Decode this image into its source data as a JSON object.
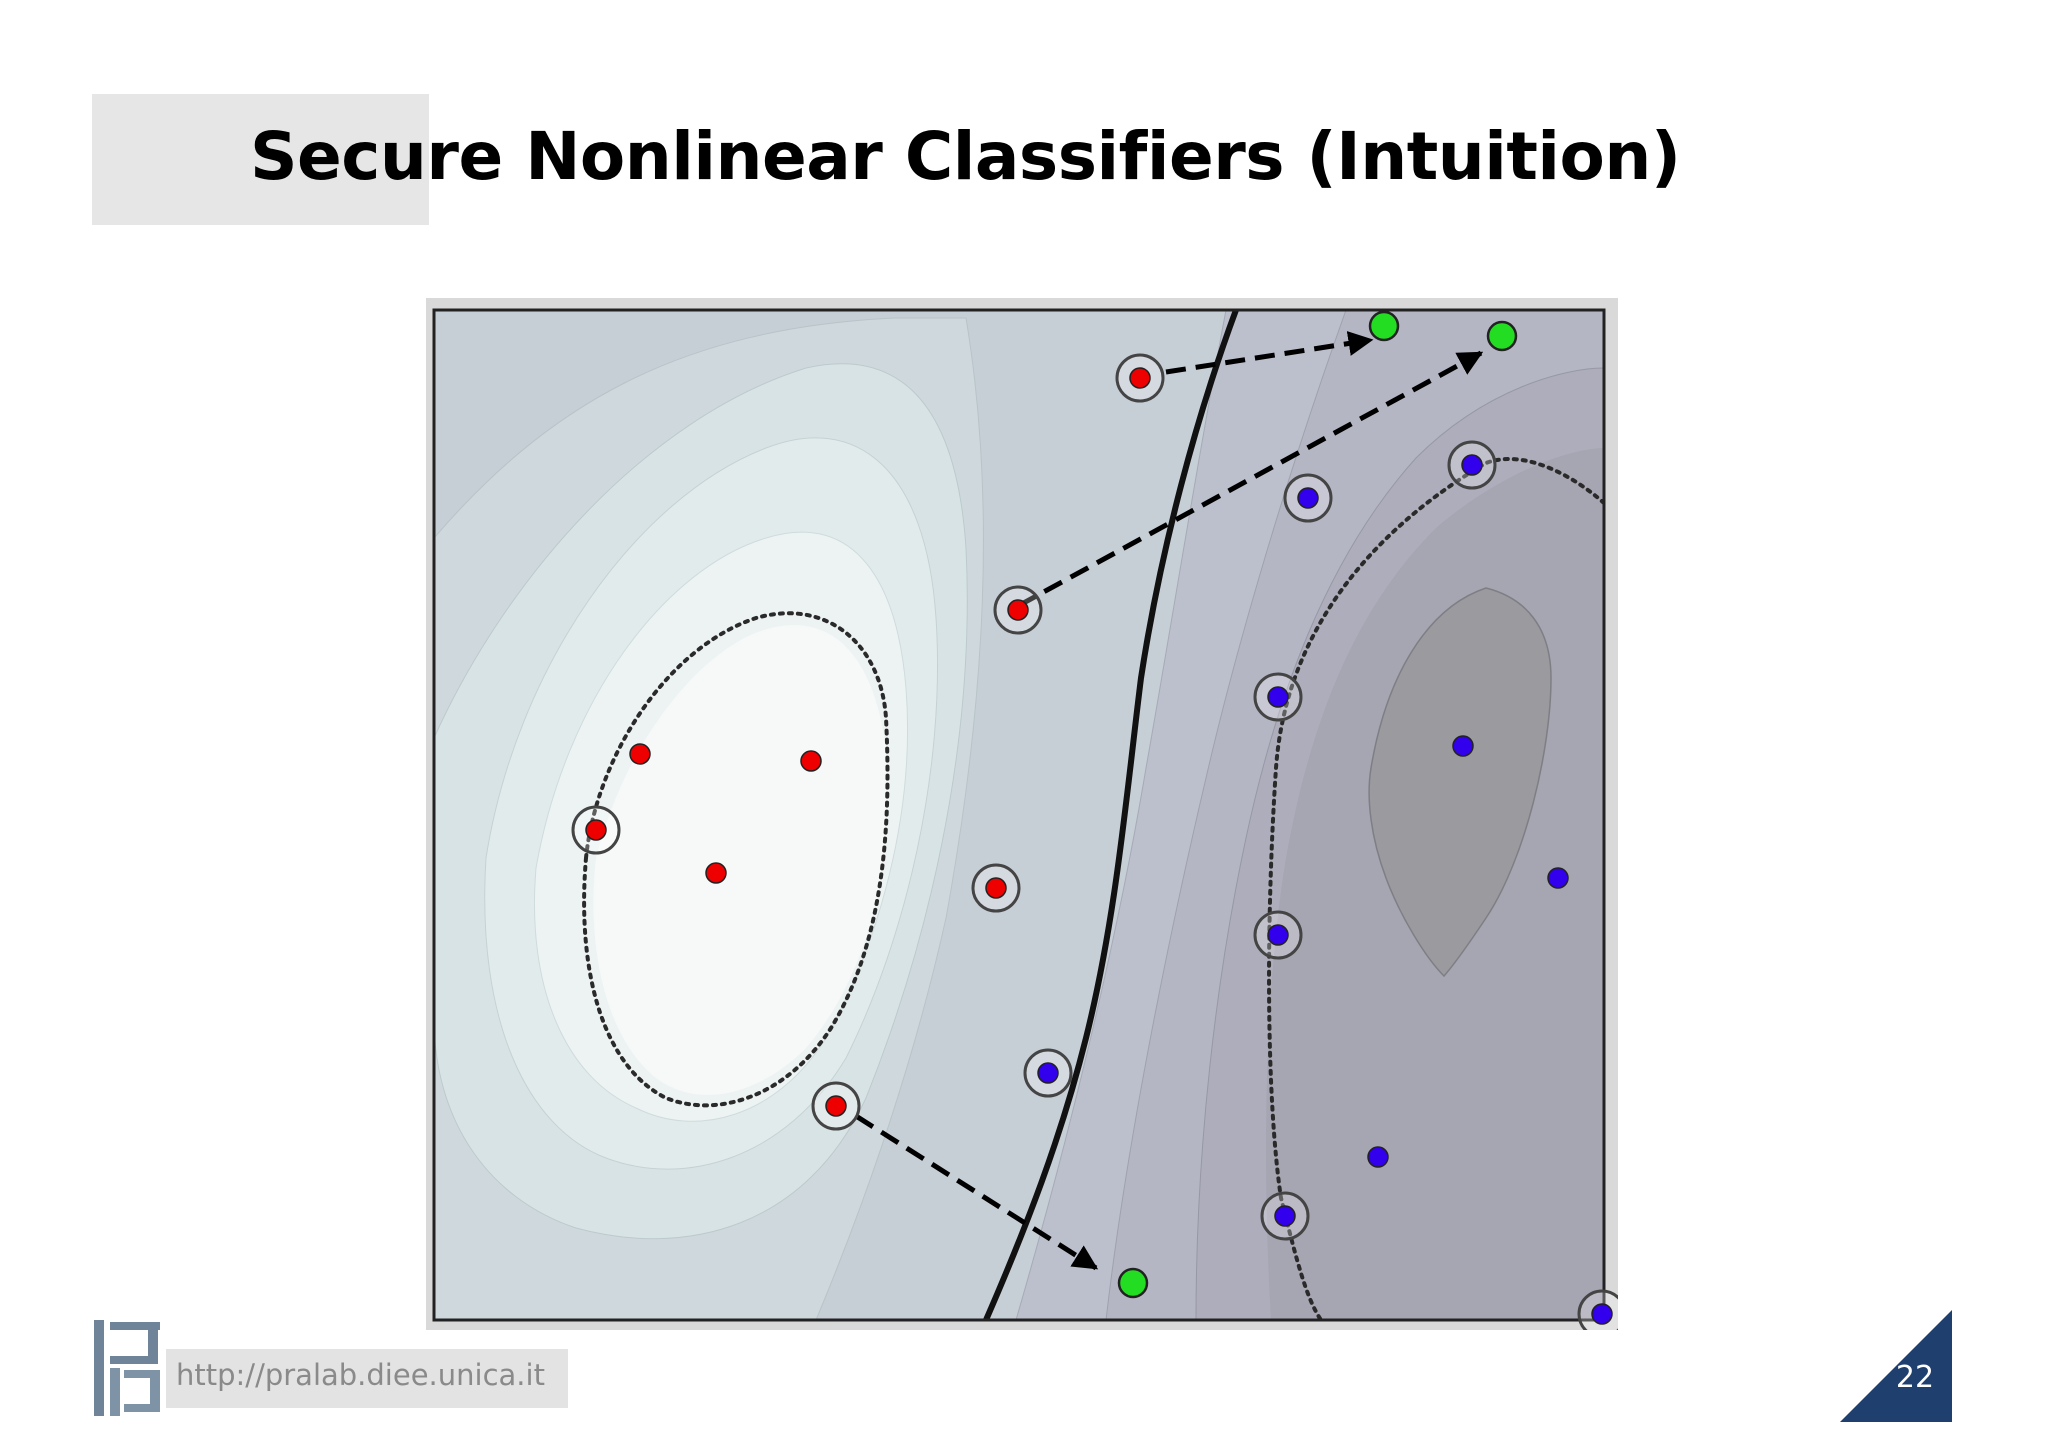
{
  "slide": {
    "title": "Secure Nonlinear Classifiers (Intuition)",
    "footer_url": "http://pralab.diee.unica.it",
    "page_number": "22"
  },
  "colors": {
    "malicious_point": "#ee0000",
    "benign_point": "#3300ee",
    "evasion_point": "#22dd22",
    "decision_boundary": "#000000",
    "accent_corner": "#1f3f6e"
  },
  "figure": {
    "legend_shown": false,
    "axes_labels_shown": false,
    "elements": [
      "decision-boundary",
      "dotted-level-set-left",
      "dotted-level-set-right",
      "contour-regions",
      "support-vector-circles",
      "evasion-arrows"
    ]
  }
}
